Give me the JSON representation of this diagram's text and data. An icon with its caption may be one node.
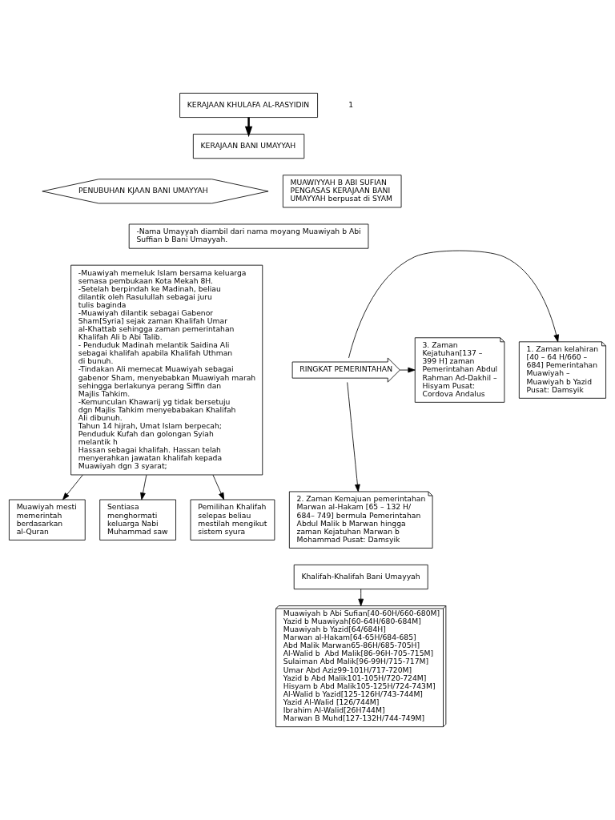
{
  "diagram": {
    "nodes": [
      {
        "text": [
          "KERAJAAN KHULAFA AL-RASYIDIN"
        ]
      },
      {
        "text": [
          "KERAJAAN BANI UMAYYAH"
        ]
      },
      {
        "text": [
          "PENUBUHAN KJAAN BANI UMAYYAH"
        ]
      },
      {
        "text": [
          "MUAWIYYAH B ABI SUFIAN PENGASAS KERAJAAN BANI UMAYYAH berpusat di SYAM"
        ]
      },
      {
        "text": [
          "-Nama Umayyah diambil dari nama moyang Muawiyah b Abi Suffian b Bani Umayyah."
        ]
      },
      {
        "text": [
          "-Muawiyah memeluk Islam bersama keluarga semasa pembukaan Kota Mekah 8H.",
          "-Setelah berpindah ke Madinah, beliau dilantik oleh Rasulullah sebagai juru tulis baginda",
          "-Muawiyah dilantik sebagai Gabenor Sham[Syria] sejak zaman Khalifah Umar al-Khattab sehingga zaman pemerintahan Khalifah Ali b Abi Talib.",
          "- Penduduk Madinah melantik Saidina Ali sebagai khalifah apabila Khalifah Uthman di bunuh.",
          "-Tindakan Ali memecat Muawiyah sebagai gabenor Sham, menyebabkan Muawiyah marah sehingga berlakunya perang Siffin dan Majlis Tahkim.",
          "-Kemunculan Khawarij yg tidak bersetuju dgn Majlis Tahkim menyebabakan Khalifah Ali dibunuh.",
          "Tahun 14 hijrah, Umat Islam berpecah;",
          "Penduduk Kufah dan golongan Syiah melantik h",
          "Hassan sebagai khalifah. Hassan telah menyerahkan jawatan khalifah kepada Muawiyah dgn 3 syarat;"
        ]
      },
      {
        "text": [
          "1. Zaman kelahiran [40 – 64 H/660 – 684] Pemerintahan Muawiyah – Muawiyah b Yazid Pusat: Damsyik"
        ]
      },
      {
        "text": [
          "RINGKAT PEMERINTAHAN"
        ]
      },
      {
        "text": [
          "3. Zaman Kejatuhan[137 – 399 H] zaman Pemerintahan Abdul Rahman Ad-Dakhil – Hisyam Pusat: Cordova Andalus"
        ]
      },
      {
        "text": [
          "2. Zaman Kemajuan pemerintahan Marwan al-Hakam [65 – 132 H/ 684– 749] bermula Pemerintahan Abdul Malik b Marwan hingga zaman Kejatuhan Marwan b Mohammad Pusat: Damsyik"
        ]
      },
      {
        "text": [
          "Khalifah-Khalifah Bani Umayyah"
        ]
      },
      {
        "text": [
          "Muawiyah b Abi Sufian[40-60H/660-680M]",
          "Yazid b Muawiyah[60-64H/680-684M]",
          "Muawiyah b Yazid[64/684H]",
          "Marwan al-Hakam[64-65H/684-685]",
          "Abd Malik Marwan65-86H/685-705H]",
          "Al-Walid b  Abd Malik[86-96H-705-715M]",
          "Sulaiman Abd Malik[96-99H/715-717M]",
          "Umar Abd Aziz99-101H/717-720M]",
          "Yazid b Abd Malik101-105H/720-724M]",
          "Hisyam b Abd Malik105-125H/724-743M]",
          "Al-Walid b Yazid[125-126H/743-744M]",
          "Yazid Al-Walid [126/744M]",
          "Ibrahim Al-Walid[26H744M]",
          "Marwan B Muhd[127-132H/744-749M]"
        ]
      },
      {
        "text": [
          "Muawiyah mesti memerintah berdasarkan al-Quran"
        ]
      },
      {
        "text": [
          "Sentiasa menghormati keluarga Nabi Muhammad saw"
        ]
      },
      {
        "text": [
          "Pemilihan Khalifah selepas beliau mestilah mengikut sistem syura"
        ]
      }
    ],
    "edges": [
      {
        "from": 0,
        "to": 1,
        "arrow": "to",
        "style": "thick"
      },
      {
        "from": 7,
        "to": 6,
        "arrow": "to"
      },
      {
        "from": 7,
        "to": 8,
        "arrow": "to"
      },
      {
        "from": 7,
        "to": 9,
        "arrow": "to"
      },
      {
        "from": 10,
        "to": 11,
        "arrow": "to"
      },
      {
        "from": 5,
        "to": 12,
        "arrow": "to"
      },
      {
        "from": 5,
        "to": 13,
        "arrow": "to"
      },
      {
        "from": 5,
        "to": 14,
        "arrow": "to"
      }
    ],
    "labels": [
      "1"
    ]
  }
}
